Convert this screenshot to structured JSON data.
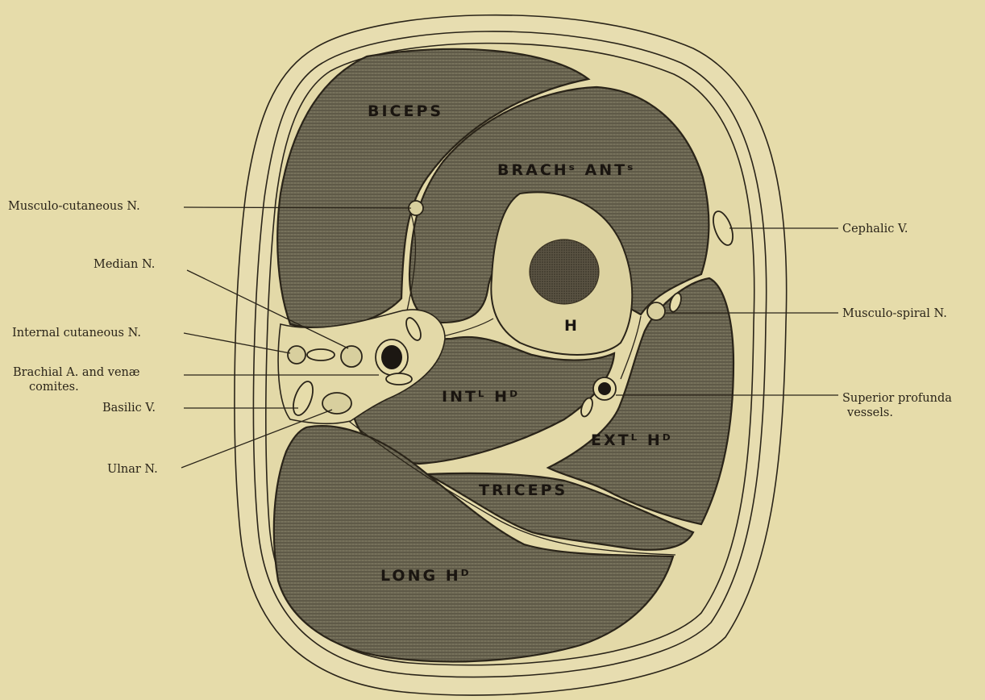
{
  "diagram": {
    "muscles": {
      "biceps": "BICEPS",
      "brachialis": "BRACHˢ ANTˢ",
      "humerus": "H",
      "internal_head": "INTᴸ Hᴰ",
      "external_head": "EXTᴸ Hᴰ",
      "triceps": "TRICEPS",
      "long_head": "LONG Hᴰ"
    },
    "callouts_left": {
      "musculo_cutaneous": "Musculo-cutaneous N.",
      "median": "Median N.",
      "internal_cutaneous": "Internal cutaneous N.",
      "brachial_line1": "Brachial A. and venæ",
      "brachial_line2": "comites.",
      "basilic": "Basilic V.",
      "ulnar": "Ulnar N."
    },
    "callouts_right": {
      "cephalic": "Cephalic V.",
      "musculo_spiral": "Musculo-spiral N.",
      "profunda_line1": "Superior profunda",
      "profunda_line2": "vessels."
    },
    "colors": {
      "paper": "#e6dcaa",
      "ink": "#2a2419",
      "muscle": "#6f6a55"
    }
  }
}
